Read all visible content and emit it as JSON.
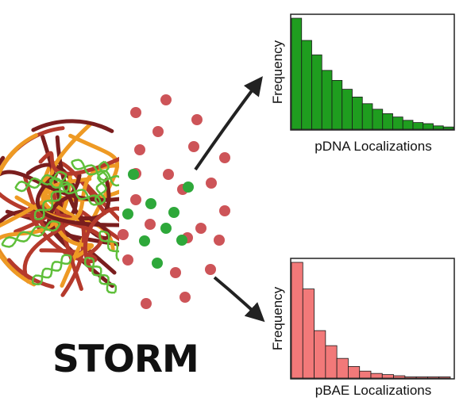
{
  "title": "STORM",
  "colors": {
    "pdna": "#1f9d1f",
    "pbae": "#f27979",
    "dot_red": "#cd5458",
    "dot_green": "#2ea83a",
    "strand_dark": "#7a1e1e",
    "strand_red": "#b53a2c",
    "strand_orange": "#ee9a24",
    "strand_green": "#5fbf3a",
    "arrow": "#222222"
  },
  "icons": [
    "polyplex-icon",
    "arrow-icon"
  ],
  "chart_data": [
    {
      "type": "bar",
      "name": "pdna-histogram",
      "ylabel": "Frequency",
      "xlabel": "pDNA Localizations",
      "values": [
        100,
        80,
        67,
        53,
        44,
        36,
        29,
        23,
        18,
        14,
        11,
        8,
        6,
        5,
        3,
        2
      ],
      "ylim": [
        0,
        100
      ]
    },
    {
      "type": "bar",
      "name": "pbae-histogram",
      "ylabel": "Frequency",
      "xlabel": "pBAE Localizations",
      "values": [
        100,
        77,
        41,
        28,
        17,
        10,
        6,
        4,
        3,
        2,
        1,
        1,
        1,
        1
      ],
      "ylim": [
        0,
        100
      ]
    }
  ]
}
